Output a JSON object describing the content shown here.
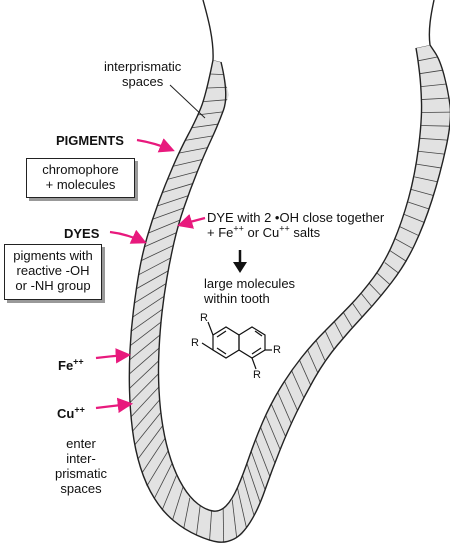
{
  "labels": {
    "interprismatic": [
      "interprismatic",
      "spaces"
    ],
    "pigments": "PIGMENTS",
    "chromophore_box": [
      "chromophore",
      "+ molecules"
    ],
    "dyes": "DYES",
    "dyes_box": [
      "pigments with",
      "reactive -OH",
      "or -NH group"
    ],
    "dye_reaction_line1": "DYE with 2 •OH close together",
    "dye_reaction_line2_pre": "+ Fe",
    "dye_reaction_line2_sup1": "++",
    "dye_reaction_line2_mid": " or Cu",
    "dye_reaction_line2_sup2": "++",
    "dye_reaction_line2_post": " salts",
    "large_molecules": [
      "large molecules",
      "within tooth"
    ],
    "fe_base": "Fe",
    "fe_sup": "++",
    "cu_base": "Cu",
    "cu_sup": "++",
    "enter": [
      "enter",
      "inter-",
      "prismatic",
      "spaces"
    ],
    "molecule_r": "R"
  },
  "colors": {
    "arrow_magenta": "#e8197d",
    "enamel_fill": "#e2e2e2",
    "outline": "#222222",
    "box_shadow": "#999999"
  },
  "icons": {
    "reaction_arrow": "down-arrow-icon",
    "molecule": "naphthalene-structure-icon"
  }
}
